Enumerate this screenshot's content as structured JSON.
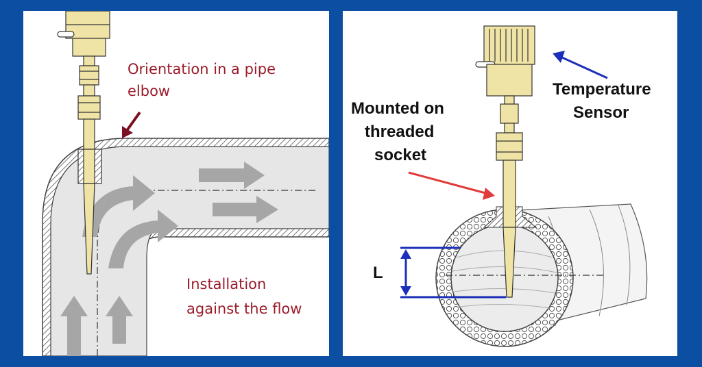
{
  "left_panel": {
    "orientation_label_line1": "Orientation in a pipe",
    "orientation_label_line2": "elbow",
    "installation_label_line1": "Installation",
    "installation_label_line2": "against the flow"
  },
  "right_panel": {
    "sensor_label_line1": "Temperature",
    "sensor_label_line2": "Sensor",
    "mount_label_line1": "Mounted on",
    "mount_label_line2": "threaded",
    "mount_label_line3": "socket",
    "length_label": "L"
  },
  "colors": {
    "frame": "#0b4ea2",
    "brass": "#efe4a6",
    "pipe_fill": "#e6e6e6",
    "flow_arrow": "#a6a6a6",
    "red_text": "#9b1b2a",
    "red_arrow": "#e03b3b",
    "blue_arrow": "#1c2fb8"
  }
}
